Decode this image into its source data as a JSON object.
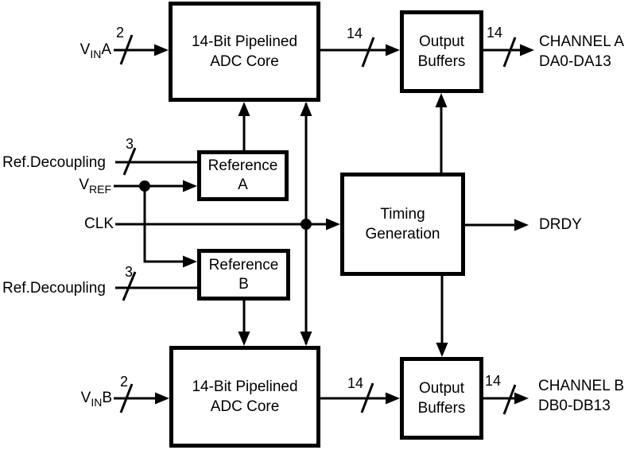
{
  "blocks": {
    "adc_core_a": {
      "line1": "14-Bit Pipelined",
      "line2": "ADC Core"
    },
    "output_buffers_a": {
      "line1": "Output",
      "line2": "Buffers"
    },
    "reference_a": {
      "line1": "Reference",
      "line2": "A"
    },
    "timing_generation": {
      "line1": "Timing",
      "line2": "Generation"
    },
    "reference_b": {
      "line1": "Reference",
      "line2": "B"
    },
    "adc_core_b": {
      "line1": "14-Bit Pipelined",
      "line2": "ADC Core"
    },
    "output_buffers_b": {
      "line1": "Output",
      "line2": "Buffers"
    }
  },
  "signals": {
    "vin_a": {
      "base": "V",
      "sub": "IN",
      "suffix": "A"
    },
    "vin_b": {
      "base": "V",
      "sub": "IN",
      "suffix": "B"
    },
    "vref": {
      "base": "V",
      "sub": "REF"
    },
    "clk": "CLK",
    "ref_decoupling_a": "Ref.Decoupling",
    "ref_decoupling_b": "Ref.Decoupling",
    "drdy": "DRDY",
    "channel_a": {
      "line1": "CHANNEL A",
      "line2": "DA0-DA13"
    },
    "channel_b": {
      "line1": "CHANNEL B",
      "line2": "DB0-DB13"
    }
  },
  "bus_widths": {
    "vin_a": "2",
    "vin_b": "2",
    "ref_decoupling_a": "3",
    "ref_decoupling_b": "3",
    "adc_a_to_buffers": "14",
    "buffers_a_out": "14",
    "adc_b_to_buffers": "14",
    "buffers_b_out": "14"
  },
  "colors": {
    "line": "#000000",
    "box_border": "#000000",
    "box_fill": "#ffffff",
    "background": "#ffffff",
    "text": "#000000"
  }
}
